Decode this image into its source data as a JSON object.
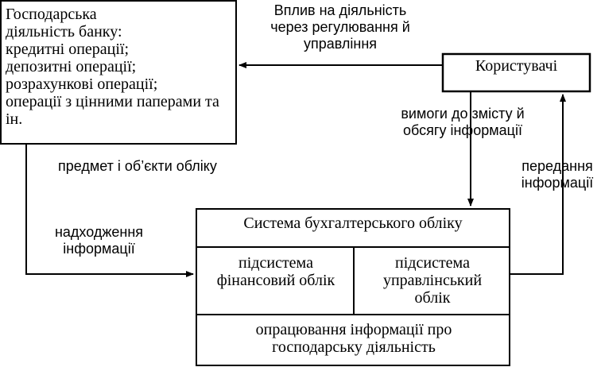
{
  "bank_activity": {
    "title": "Господарська діяльність банку:",
    "items": [
      "кредитні операції;",
      "депозитні операції;",
      "розрахункові операції;",
      "операції з цінними паперами та ін."
    ]
  },
  "users": {
    "label": "Користувачі"
  },
  "accounting_system": {
    "title": "Система бухгалтерського обліку",
    "financial": "підсистема фінансовий облік",
    "managerial": "підсистема управлінський облік",
    "processing": "опрацювання інформації про господарську діяльність"
  },
  "arrows": {
    "influence": "Вплив на діяльність через регулювання й управління",
    "requirements": "вимоги до змісту й обсягу інформації",
    "subject": "предмет і об’єкти обліку",
    "inflow": "надходження інформації",
    "transfer": "передання інформації"
  }
}
